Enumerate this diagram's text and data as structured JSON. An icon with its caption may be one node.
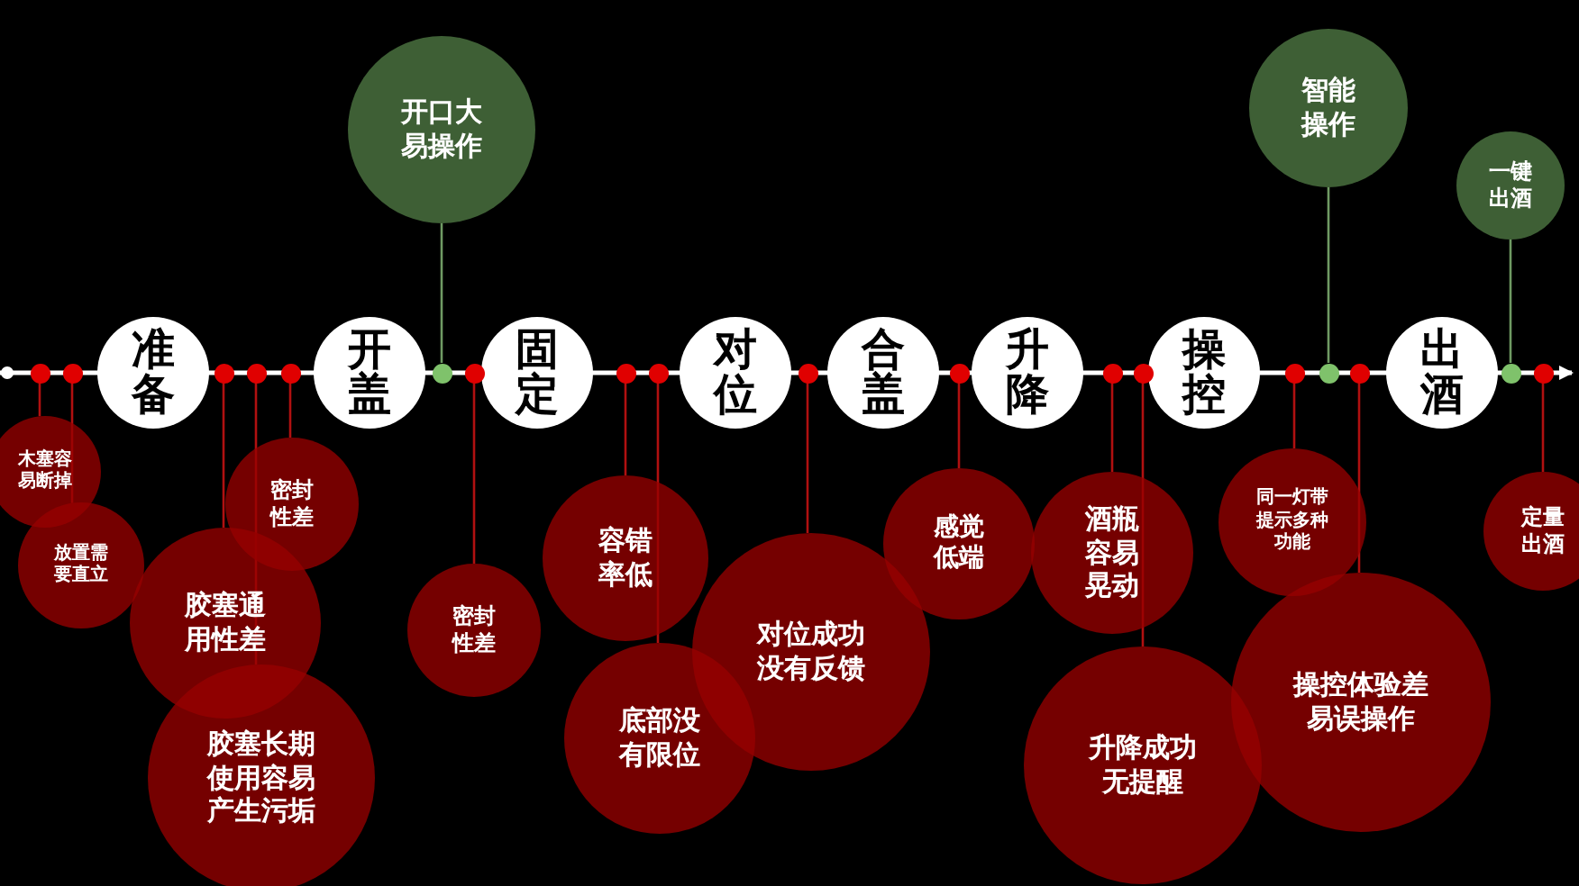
{
  "diagram": {
    "nodes": [
      {
        "text": [
          "准备"
        ]
      },
      {
        "text": [
          "开盖"
        ]
      },
      {
        "text": [
          "固定"
        ]
      },
      {
        "text": [
          "对位"
        ]
      },
      {
        "text": [
          "合盖"
        ]
      },
      {
        "text": [
          "升降"
        ]
      },
      {
        "text": [
          "操控"
        ]
      },
      {
        "text": [
          "出酒"
        ]
      },
      {
        "text": [
          "开口大易操作"
        ]
      },
      {
        "text": [
          "智能操作"
        ]
      },
      {
        "text": [
          "一键出酒"
        ]
      },
      {
        "text": [
          "木塞容易断掉"
        ]
      },
      {
        "text": [
          "放置需要直立"
        ]
      },
      {
        "text": [
          "密封性差"
        ]
      },
      {
        "text": [
          "胶塞通用性差"
        ]
      },
      {
        "text": [
          "胶塞长期使用容易产生污垢"
        ]
      },
      {
        "text": [
          "密封性差"
        ]
      },
      {
        "text": [
          "容错率低"
        ]
      },
      {
        "text": [
          "底部没有限位"
        ]
      },
      {
        "text": [
          "对位成功没有反馈"
        ]
      },
      {
        "text": [
          "感觉低端"
        ]
      },
      {
        "text": [
          "酒瓶容易晃动"
        ]
      },
      {
        "text": [
          "升降成功无提醒"
        ]
      },
      {
        "text": [
          "同一灯带提示多种功能"
        ]
      },
      {
        "text": [
          "操控体验差易误操作"
        ]
      },
      {
        "text": [
          "定量出酒"
        ]
      },
      {
        "text": [],
        "shape": "circle"
      },
      {
        "text": [],
        "shape": "circle"
      },
      {
        "text": [],
        "shape": "circle"
      },
      {
        "text": [],
        "shape": "circle"
      },
      {
        "text": [],
        "shape": "circle"
      },
      {
        "text": [],
        "shape": "circle"
      },
      {
        "text": [],
        "shape": "circle"
      },
      {
        "text": [],
        "shape": "circle"
      },
      {
        "text": [],
        "shape": "circle"
      },
      {
        "text": [],
        "shape": "circle"
      },
      {
        "text": [],
        "shape": "circle"
      },
      {
        "text": [],
        "shape": "circle"
      },
      {
        "text": [],
        "shape": "circle"
      },
      {
        "text": [],
        "shape": "circle"
      },
      {
        "text": [],
        "shape": "circle"
      },
      {
        "text": [],
        "shape": "circle"
      },
      {
        "text": [],
        "shape": "circle"
      },
      {
        "text": [],
        "shape": "circle"
      }
    ],
    "edges": [
      {
        "from": 31,
        "to": 8,
        "arrow": "none",
        "color": "#6f9a63"
      },
      {
        "from": 40,
        "to": 9,
        "arrow": "none",
        "color": "#6f9a63"
      },
      {
        "from": 42,
        "to": 10,
        "arrow": "none",
        "color": "#6f9a63"
      },
      {
        "from": 26,
        "to": 11,
        "arrow": "none"
      },
      {
        "from": 27,
        "to": 12,
        "arrow": "none"
      },
      {
        "from": 30,
        "to": 13,
        "arrow": "none"
      },
      {
        "from": 28,
        "to": 14,
        "arrow": "none"
      },
      {
        "from": 29,
        "to": 15,
        "arrow": "none"
      },
      {
        "from": 32,
        "to": 16,
        "arrow": "none"
      },
      {
        "from": 33,
        "to": 17,
        "arrow": "none"
      },
      {
        "from": 34,
        "to": 18,
        "arrow": "none"
      },
      {
        "from": 35,
        "to": 19,
        "arrow": "none"
      },
      {
        "from": 36,
        "to": 20,
        "arrow": "none"
      },
      {
        "from": 37,
        "to": 21,
        "arrow": "none"
      },
      {
        "from": 38,
        "to": 22,
        "arrow": "none"
      },
      {
        "from": 39,
        "to": 23,
        "arrow": "none"
      },
      {
        "from": 41,
        "to": 24,
        "arrow": "none"
      },
      {
        "from": 43,
        "to": 25,
        "arrow": "none"
      }
    ]
  }
}
